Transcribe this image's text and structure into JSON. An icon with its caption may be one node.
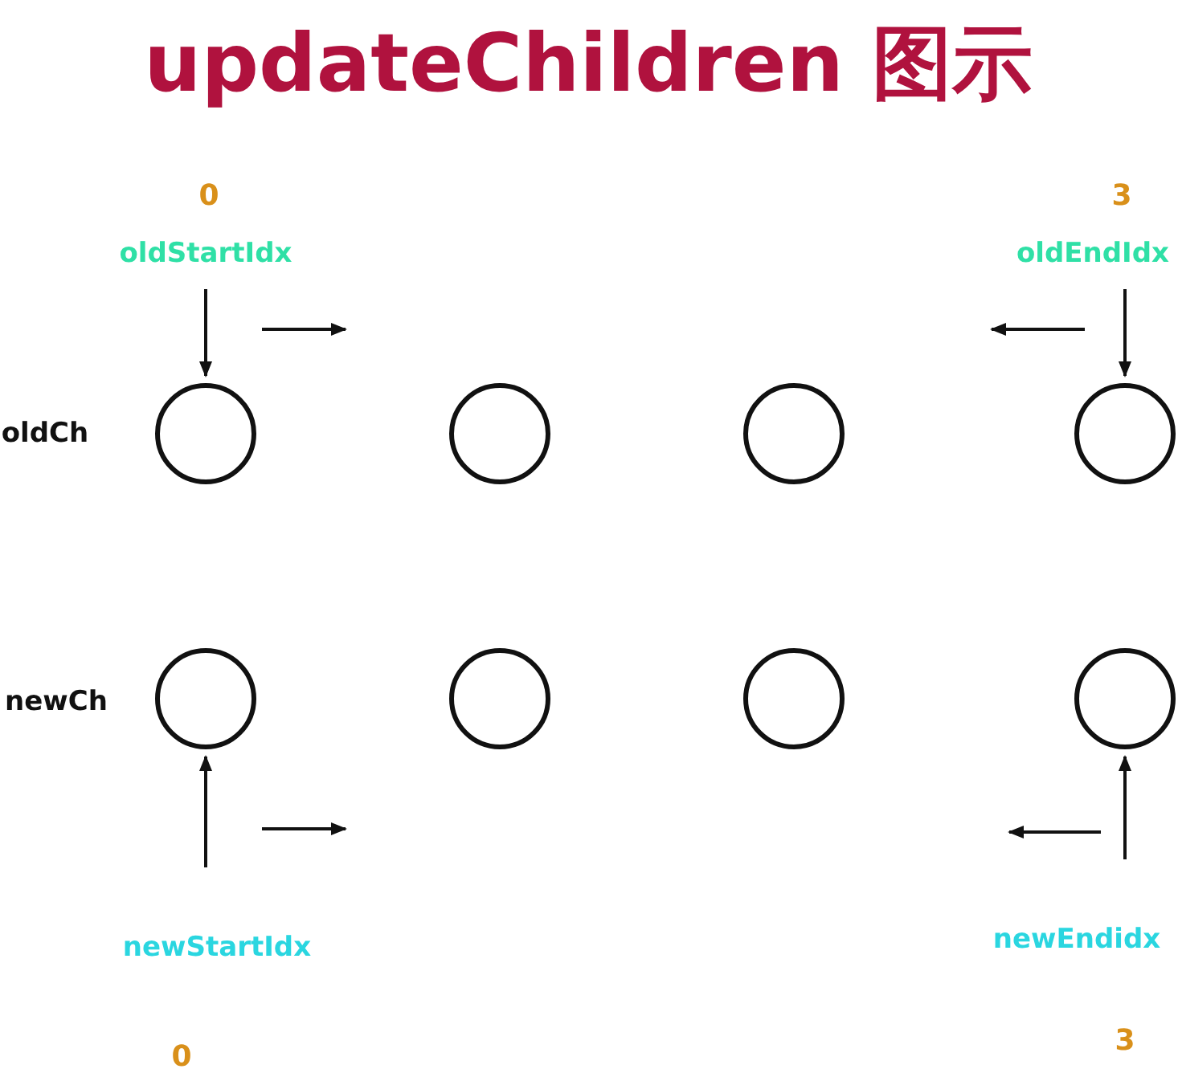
{
  "diagram": {
    "title": "updateChildren 图示",
    "nodes": [
      {
        "text": [
          "oldStartIdx"
        ]
      },
      {
        "text": [
          "oldEndIdx"
        ]
      },
      {
        "text": [],
        "shape": "circle"
      },
      {
        "text": [],
        "shape": "circle"
      },
      {
        "text": [],
        "shape": "circle"
      },
      {
        "text": [],
        "shape": "circle"
      },
      {
        "text": [],
        "shape": "circle"
      },
      {
        "text": [],
        "shape": "circle"
      },
      {
        "text": [],
        "shape": "circle"
      },
      {
        "text": [],
        "shape": "circle"
      },
      {
        "text": [
          "newStartIdx"
        ]
      },
      {
        "text": [
          "newEndidx"
        ]
      }
    ],
    "edges": [
      {
        "from": 0,
        "to": 2,
        "arrow": "to"
      },
      {
        "from": 1,
        "to": 5,
        "arrow": "to"
      },
      {
        "from": 10,
        "to": 6,
        "arrow": "to"
      },
      {
        "from": 11,
        "to": 9,
        "arrow": "to"
      }
    ],
    "labels": [
      "0",
      "3",
      "oldCh",
      "newCh",
      "0",
      "3"
    ]
  }
}
